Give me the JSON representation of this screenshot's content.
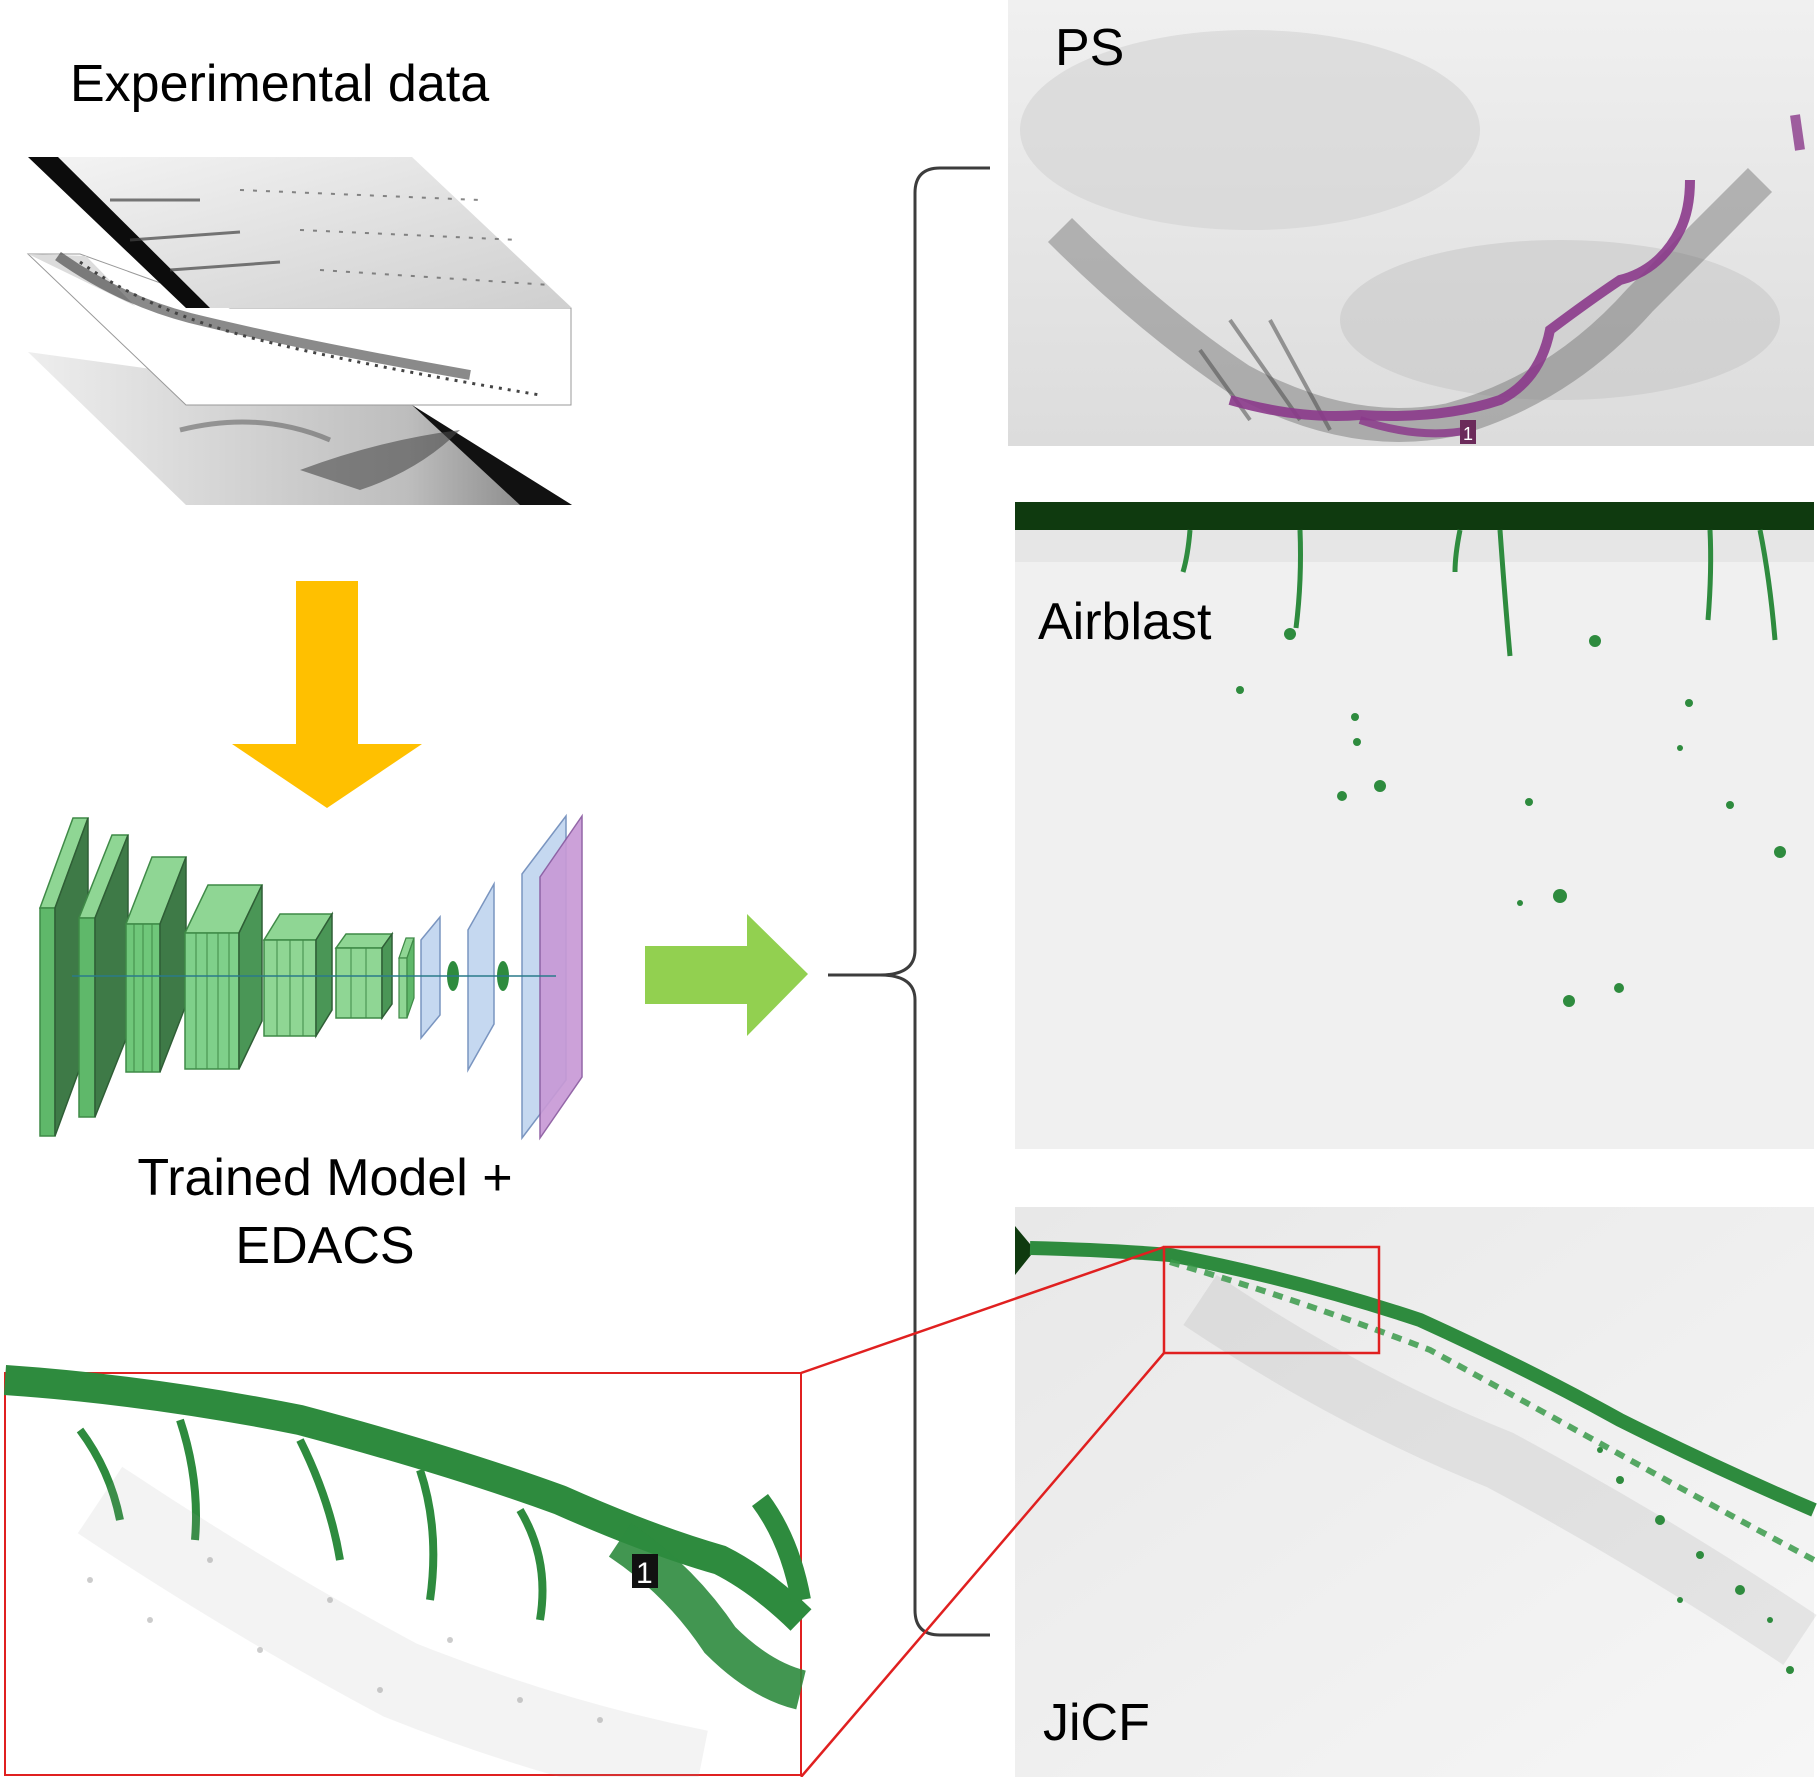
{
  "labels": {
    "experimental_data": "Experimental data",
    "model_line1": "Trained Model +",
    "model_line2": "EDACS",
    "ps": "PS",
    "airblast": "Airblast",
    "jicf": "JiCF",
    "tracked_id": "1"
  },
  "colors": {
    "input_arrow": "#ffc000",
    "output_arrow": "#92d050",
    "conv_layer": "#8fd694",
    "dense_layer": "#c5d8f0",
    "output_layer": "#c89ad6",
    "overlay_green": "#2e8b3e",
    "overlay_purple": "#8b3a8b",
    "zoom_box": "#e02020",
    "bracket": "#3c3c3c"
  }
}
